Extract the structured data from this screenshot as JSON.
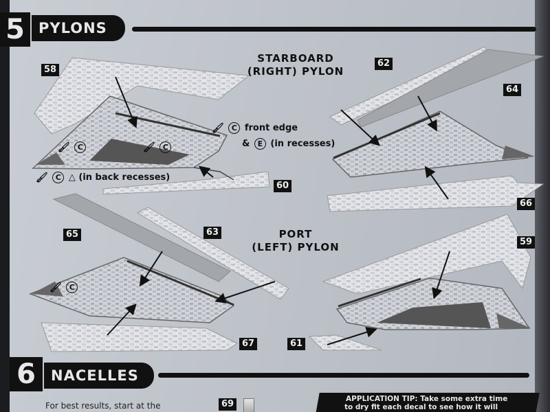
{
  "section5": {
    "number": "5",
    "title": "PYLONS"
  },
  "section6": {
    "number": "6",
    "title": "NACELLES"
  },
  "starboard_label": {
    "line1": "STARBOARD",
    "line2": "(RIGHT) PYLON"
  },
  "port_label": {
    "line1": "PORT",
    "line2": "(LEFT) PYLON"
  },
  "decal_numbers": [
    "58",
    "62",
    "64",
    "60",
    "66",
    "65",
    "63",
    "59",
    "67",
    "61",
    "69"
  ],
  "annotations": {
    "c_symbol": "C",
    "e_symbol": "E",
    "front_edge": "front edge",
    "ampersand": "&",
    "in_recesses": "(in recesses)",
    "in_back_recesses": "(in back recesses)"
  },
  "nacelles_intro": "For best results, start at the",
  "application_tip": {
    "line1": "APPLICATION TIP: Take some extra time",
    "line2": "to dry fit each decal to see how it will"
  }
}
